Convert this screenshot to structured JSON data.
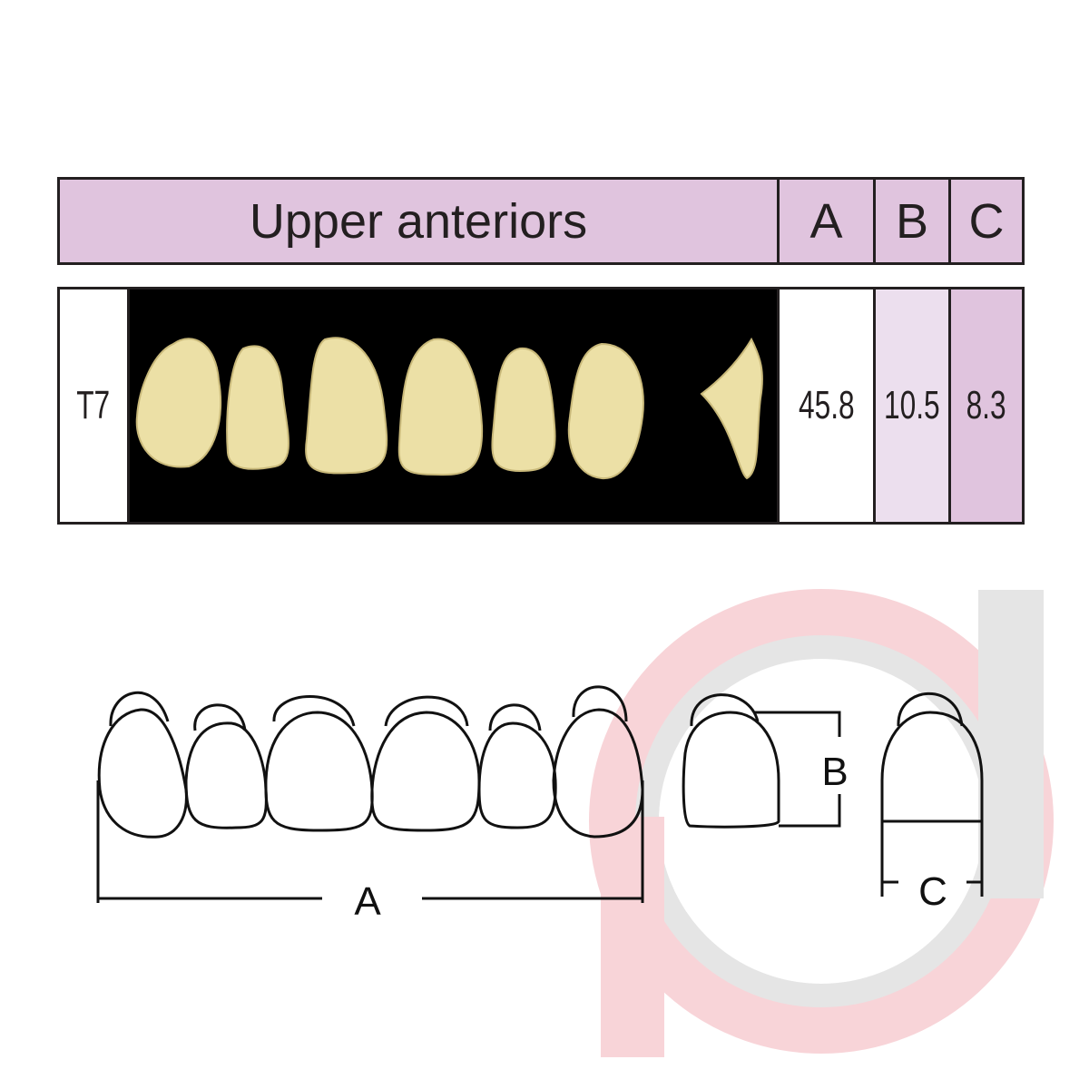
{
  "header": {
    "title": "Upper anteriors",
    "col_a": "A",
    "col_b": "B",
    "col_c": "C"
  },
  "row": {
    "mould": "T7",
    "a": "45.8",
    "b": "10.5",
    "c": "8.3"
  },
  "diagram": {
    "label_a": "A",
    "label_b": "B",
    "label_c": "C"
  },
  "colors": {
    "header_bg": "#e0c4de",
    "b_cell": "#ecdfee",
    "c_cell": "#e0c4de",
    "tooth": "#eee0a8",
    "watermark_pink": "#f8d4d8",
    "watermark_gray": "#e5e5e5"
  }
}
